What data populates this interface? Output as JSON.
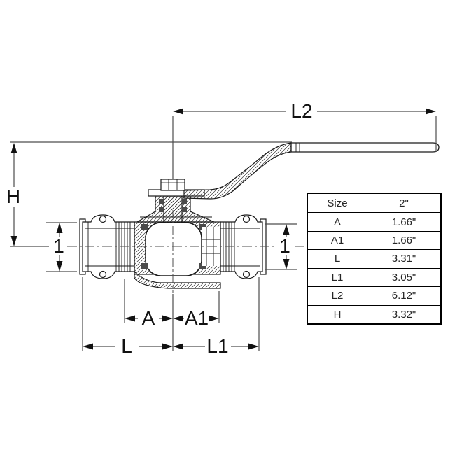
{
  "drawing": {
    "title": "press ball valve cross-section",
    "labels": {
      "l2": "L2",
      "h": "H",
      "bore_left": "1",
      "bore_right": "1",
      "a": "A",
      "a1": "A1",
      "l": "L",
      "l1": "L1"
    }
  },
  "table": {
    "rows": [
      {
        "label": "Size",
        "value": "2\""
      },
      {
        "label": "A",
        "value": "1.66\""
      },
      {
        "label": "A1",
        "value": "1.66\""
      },
      {
        "label": "L",
        "value": "3.31\""
      },
      {
        "label": "L1",
        "value": "3.05\""
      },
      {
        "label": "L2",
        "value": "6.12\""
      },
      {
        "label": "H",
        "value": "3.32\""
      }
    ]
  },
  "colors": {
    "line": "#1a1a1a",
    "dim_line": "#4d4d4d",
    "text": "#111111",
    "background": "#ffffff"
  }
}
